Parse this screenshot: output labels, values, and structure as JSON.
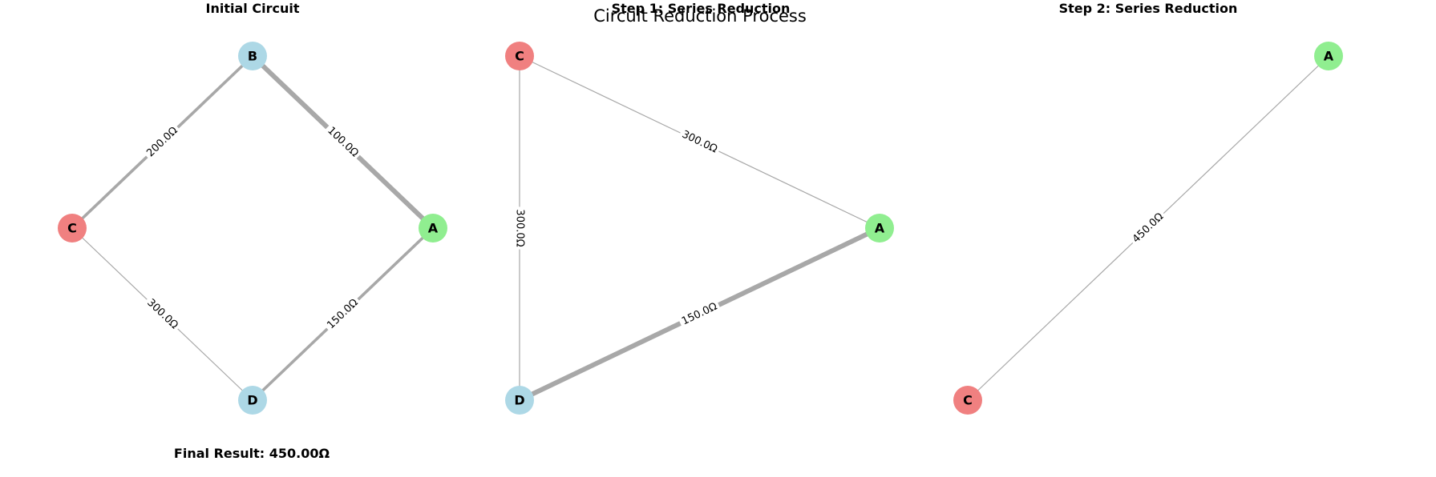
{
  "figure": {
    "suptitle": "Circuit Reduction Process",
    "final_result": "Final Result: 450.00Ω"
  },
  "colors": {
    "node_start": "#90ee90",
    "node_end": "#f08080",
    "node_mid": "#add8e6",
    "edge": "#a8a8a8",
    "label_bg": "#ffffff"
  },
  "panels": [
    {
      "title": "Initial Circuit",
      "nodes": [
        {
          "id": "B",
          "role": "mid"
        },
        {
          "id": "C",
          "role": "end"
        },
        {
          "id": "A",
          "role": "start"
        },
        {
          "id": "D",
          "role": "mid"
        }
      ],
      "edges": [
        {
          "from": "C",
          "to": "B",
          "label": "200.0Ω",
          "weight": "medium"
        },
        {
          "from": "B",
          "to": "A",
          "label": "100.0Ω",
          "weight": "heavy"
        },
        {
          "from": "C",
          "to": "D",
          "label": "300.0Ω",
          "weight": "light"
        },
        {
          "from": "D",
          "to": "A",
          "label": "150.0Ω",
          "weight": "medium"
        }
      ]
    },
    {
      "title": "Step 1: Series Reduction",
      "nodes": [
        {
          "id": "C",
          "role": "end"
        },
        {
          "id": "A",
          "role": "start"
        },
        {
          "id": "D",
          "role": "mid"
        }
      ],
      "edges": [
        {
          "from": "C",
          "to": "A",
          "label": "300.0Ω",
          "weight": "light"
        },
        {
          "from": "C",
          "to": "D",
          "label": "300.0Ω",
          "weight": "light"
        },
        {
          "from": "D",
          "to": "A",
          "label": "150.0Ω",
          "weight": "heavy"
        }
      ]
    },
    {
      "title": "Step 2: Series Reduction",
      "nodes": [
        {
          "id": "A",
          "role": "start"
        },
        {
          "id": "C",
          "role": "end"
        }
      ],
      "edges": [
        {
          "from": "C",
          "to": "A",
          "label": "450.0Ω",
          "weight": "light"
        }
      ]
    }
  ]
}
